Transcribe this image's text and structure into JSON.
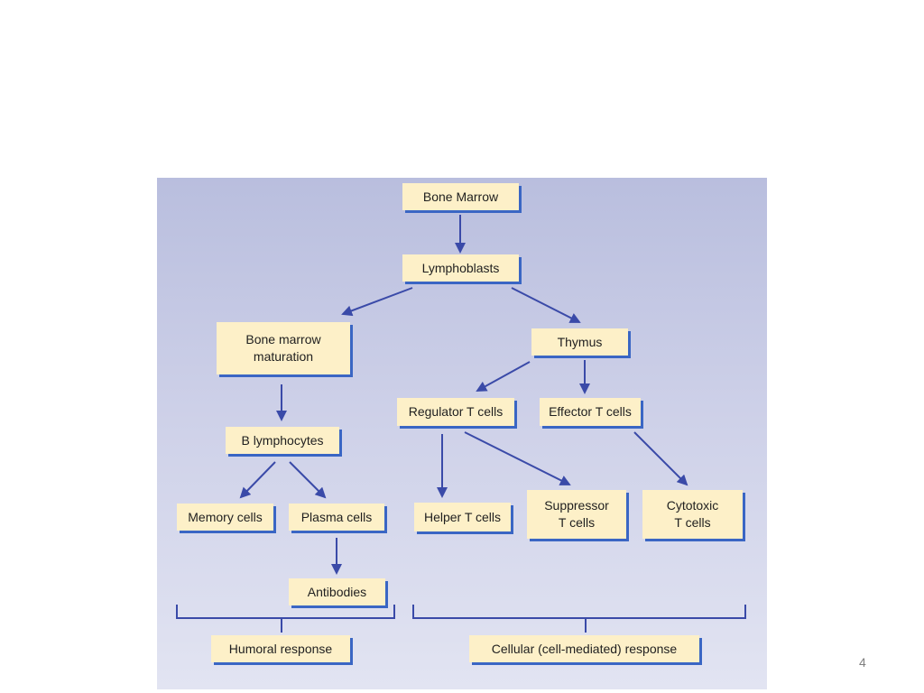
{
  "nodes": {
    "bone_marrow": "Bone Marrow",
    "lymphoblasts": "Lymphoblasts",
    "bone_marrow_maturation": "Bone marrow\nmaturation",
    "thymus": "Thymus",
    "regulator_t_cells": "Regulator T cells",
    "effector_t_cells": "Effector T cells",
    "b_lymphocytes": "B lymphocytes",
    "memory_cells": "Memory cells",
    "plasma_cells": "Plasma cells",
    "helper_t_cells": "Helper T cells",
    "suppressor_t_cells": "Suppressor\nT cells",
    "cytotoxic_t_cells": "Cytotoxic\nT cells",
    "antibodies": "Antibodies",
    "humoral_response": "Humoral response",
    "cellular_response": "Cellular (cell-mediated) response"
  },
  "edges": [
    [
      "bone_marrow",
      "lymphoblasts"
    ],
    [
      "lymphoblasts",
      "bone_marrow_maturation"
    ],
    [
      "lymphoblasts",
      "thymus"
    ],
    [
      "bone_marrow_maturation",
      "b_lymphocytes"
    ],
    [
      "thymus",
      "regulator_t_cells"
    ],
    [
      "thymus",
      "effector_t_cells"
    ],
    [
      "b_lymphocytes",
      "memory_cells"
    ],
    [
      "b_lymphocytes",
      "plasma_cells"
    ],
    [
      "plasma_cells",
      "antibodies"
    ],
    [
      "regulator_t_cells",
      "helper_t_cells"
    ],
    [
      "regulator_t_cells",
      "suppressor_t_cells"
    ],
    [
      "effector_t_cells",
      "cytotoxic_t_cells"
    ]
  ],
  "groupings": [
    {
      "label_node": "humoral_response"
    },
    {
      "label_node": "cellular_response"
    }
  ],
  "colors": {
    "arrow": "#3a4aa8",
    "box_fill": "#fdf0c8",
    "box_shadow": "#3a66c4"
  },
  "slide_number": "4"
}
